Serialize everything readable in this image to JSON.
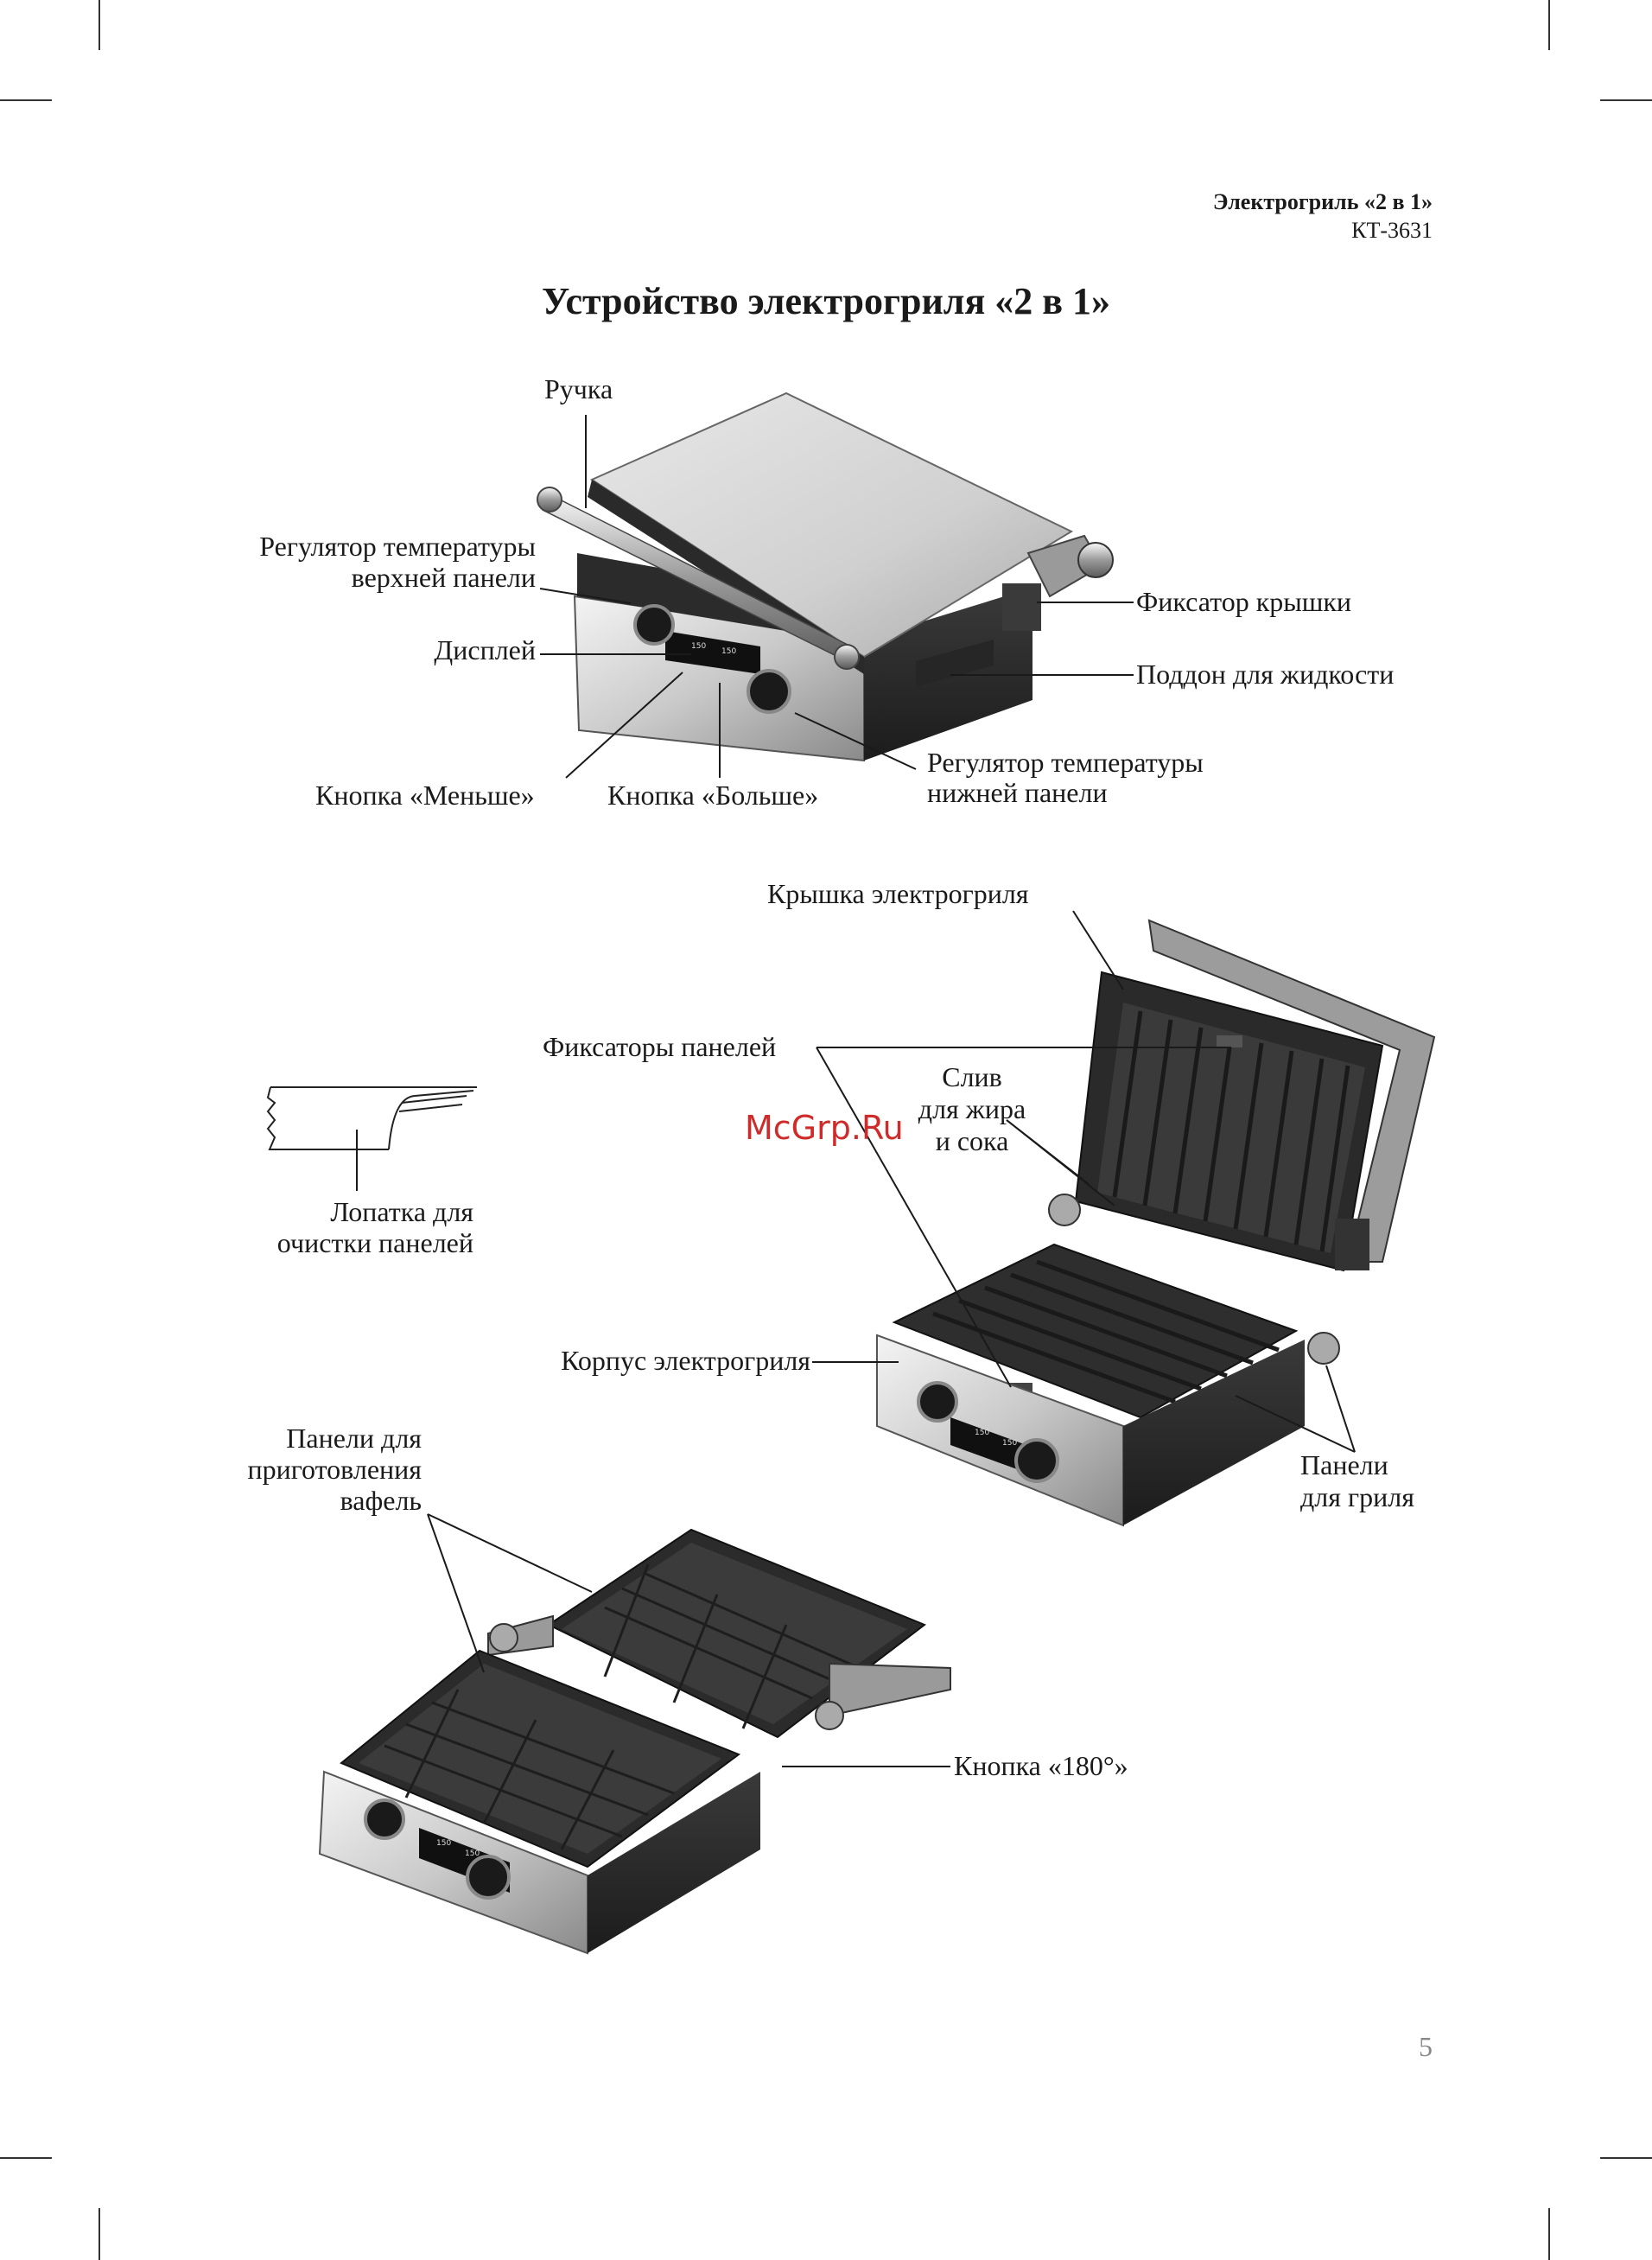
{
  "header": {
    "product": "Электрогриль «2 в 1»",
    "model": "КТ-3631"
  },
  "title": "Устройство электрогриля «2 в 1»",
  "watermark": "McGrp.Ru",
  "diagram1": {
    "label_handle": "Ручка",
    "label_top_regulator": [
      "Регулятор температуры",
      "верхней панели"
    ],
    "label_display": "Дисплей",
    "label_minus": "Кнопка «Меньше»",
    "label_plus": "Кнопка «Больше»",
    "label_bottom_regulator": [
      "Регулятор температуры",
      "нижней панели"
    ],
    "label_lid_lock": "Фиксатор крышки",
    "label_drip_tray": "Поддон для жидкости",
    "display_values": [
      "150",
      "150"
    ]
  },
  "diagram2": {
    "label_lid": "Крышка электрогриля",
    "label_plate_locks": "Фиксаторы панелей",
    "label_drain": [
      "Слив",
      "для жира",
      "и сока"
    ],
    "label_scraper": [
      "Лопатка для",
      "очистки панелей"
    ],
    "label_body": "Корпус электрогриля",
    "label_grill_plates": [
      "Панели",
      "для гриля"
    ],
    "display_values": [
      "150",
      "150"
    ]
  },
  "diagram3": {
    "label_waffle_plates": [
      "Панели для",
      "приготовления",
      "вафель"
    ],
    "label_180_button": "Кнопка «180°»",
    "display_values": [
      "150",
      "150"
    ]
  },
  "page_number": "5"
}
